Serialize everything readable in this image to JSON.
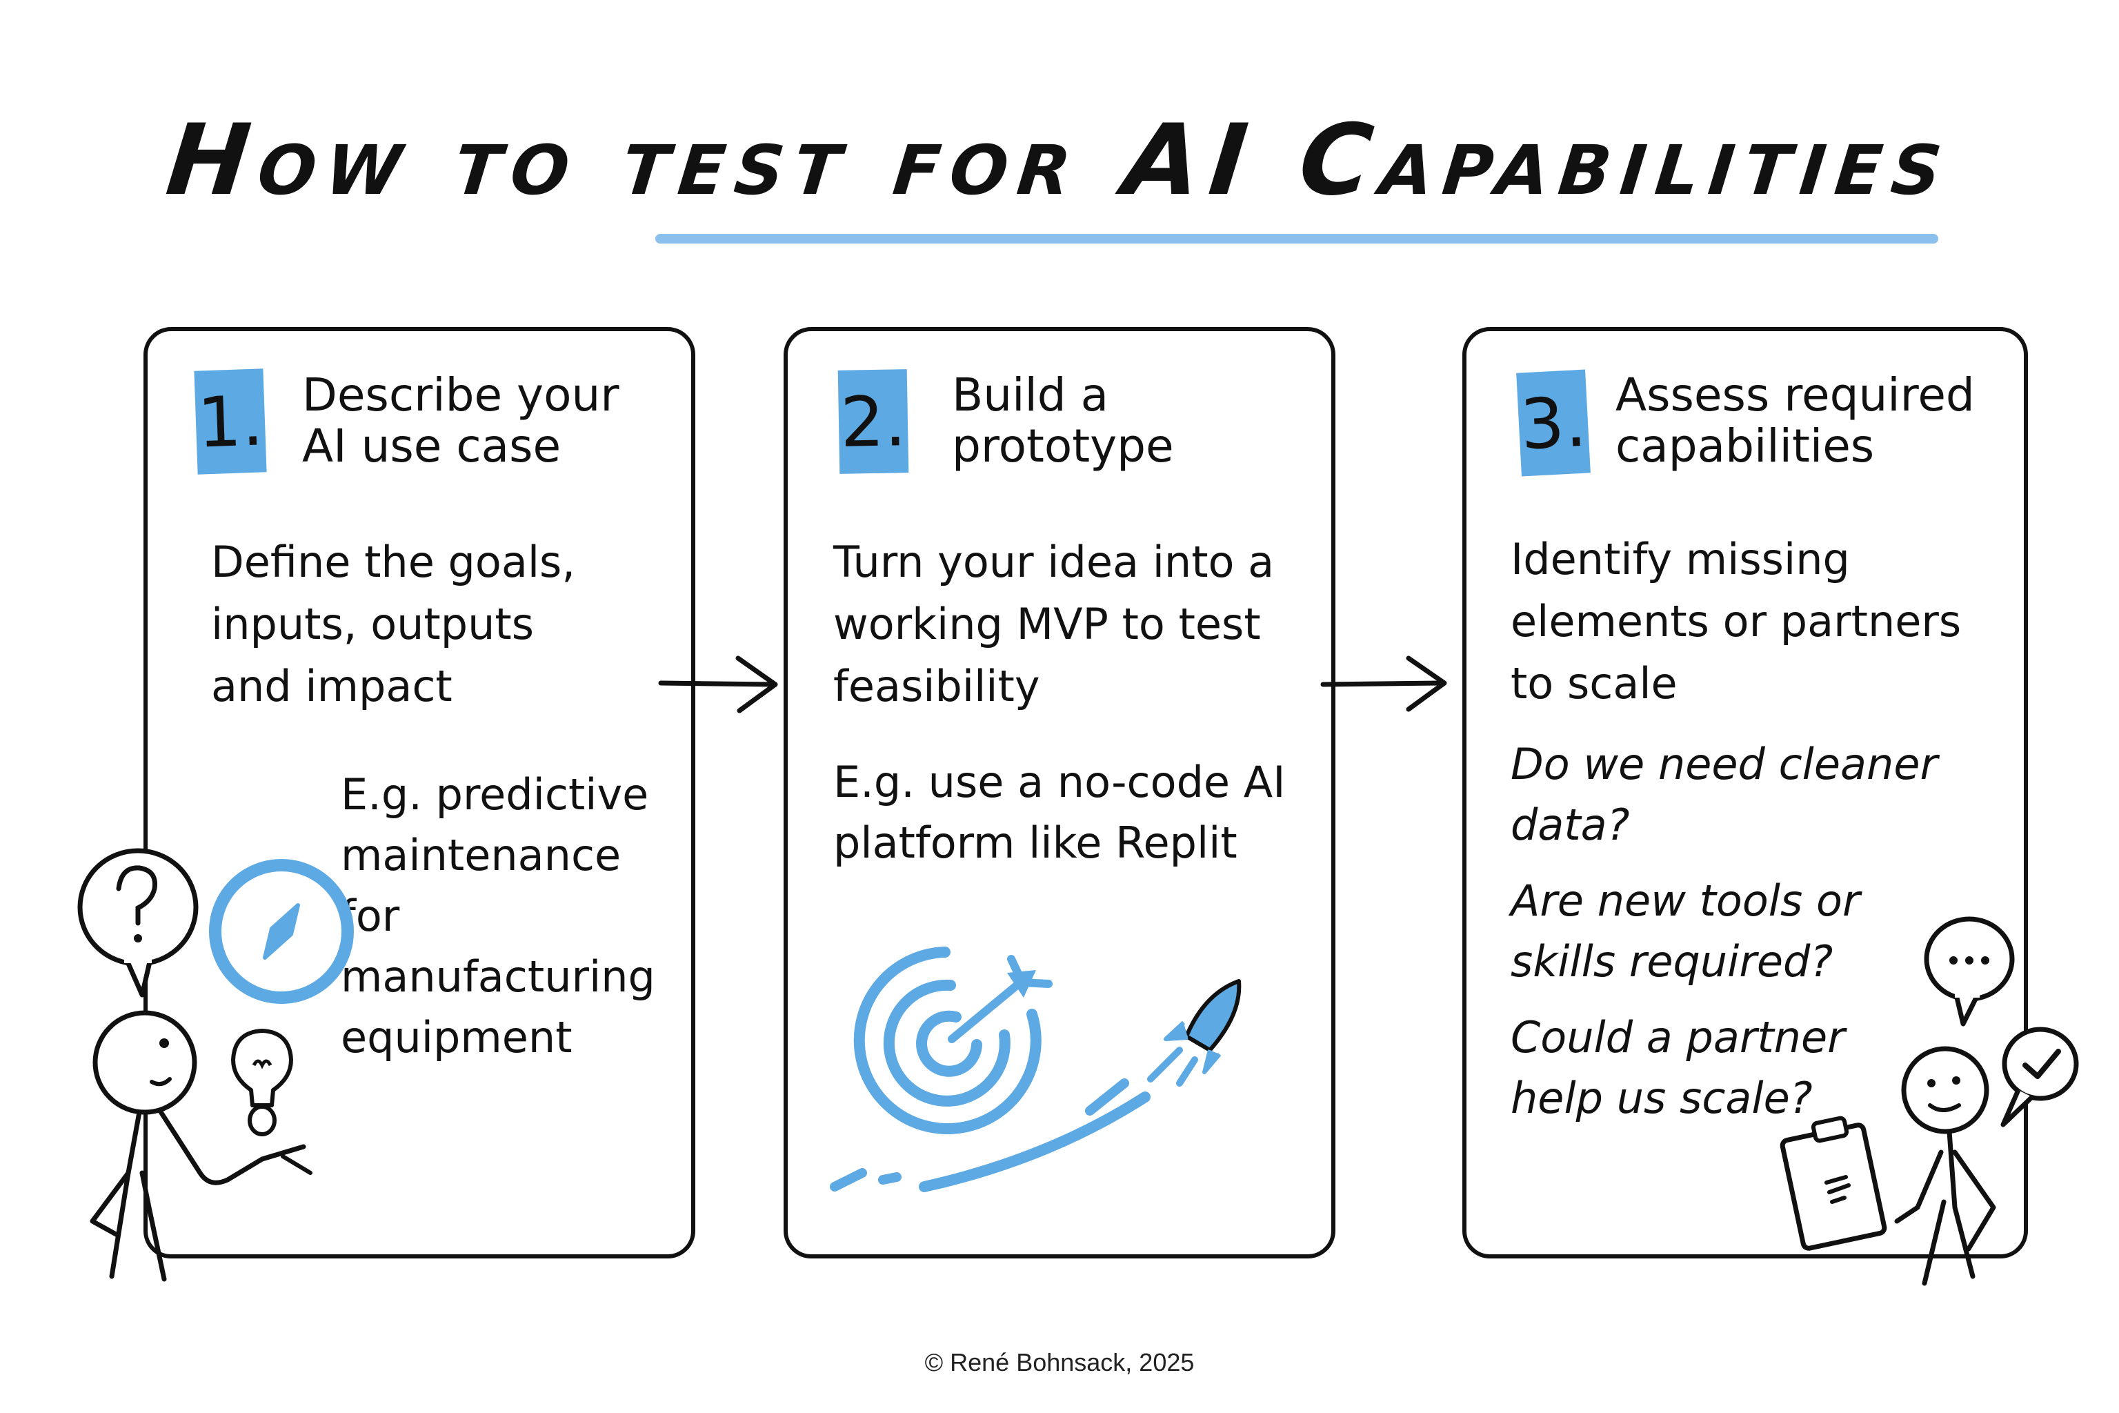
{
  "title": "How to test for AI Capabilities",
  "accent_color": "#5da9e3",
  "steps": [
    {
      "number": "1.",
      "title_line1": "Describe your",
      "title_line2": "AI use case",
      "body": "Define the goals,\ninputs, outputs\nand impact",
      "example": "E.g. predictive\nmaintenance for\n   manufacturing\n   equipment"
    },
    {
      "number": "2.",
      "title_line1": "Build a",
      "title_line2": "prototype",
      "body": "Turn your idea into a\nworking MVP to test\nfeasibility",
      "example": "E.g. use a no-code AI\nplatform like Replit"
    },
    {
      "number": "3.",
      "title_line1": "Assess required",
      "title_line2": "capabilities",
      "body": "Identify missing\nelements or partners\nto scale",
      "questions": [
        "Do we need cleaner\ndata?",
        "Are new tools or\nskills required?",
        "Could a partner\nhelp us scale?"
      ]
    }
  ],
  "icons": [
    "question-bubble-icon",
    "compass-icon",
    "lightbulb-icon",
    "target-icon",
    "rocket-icon",
    "ellipsis-bubble-icon",
    "checkmark-bubble-icon",
    "clipboard-icon",
    "arrow-right-icon"
  ],
  "footer": "© René Bohnsack, 2025"
}
